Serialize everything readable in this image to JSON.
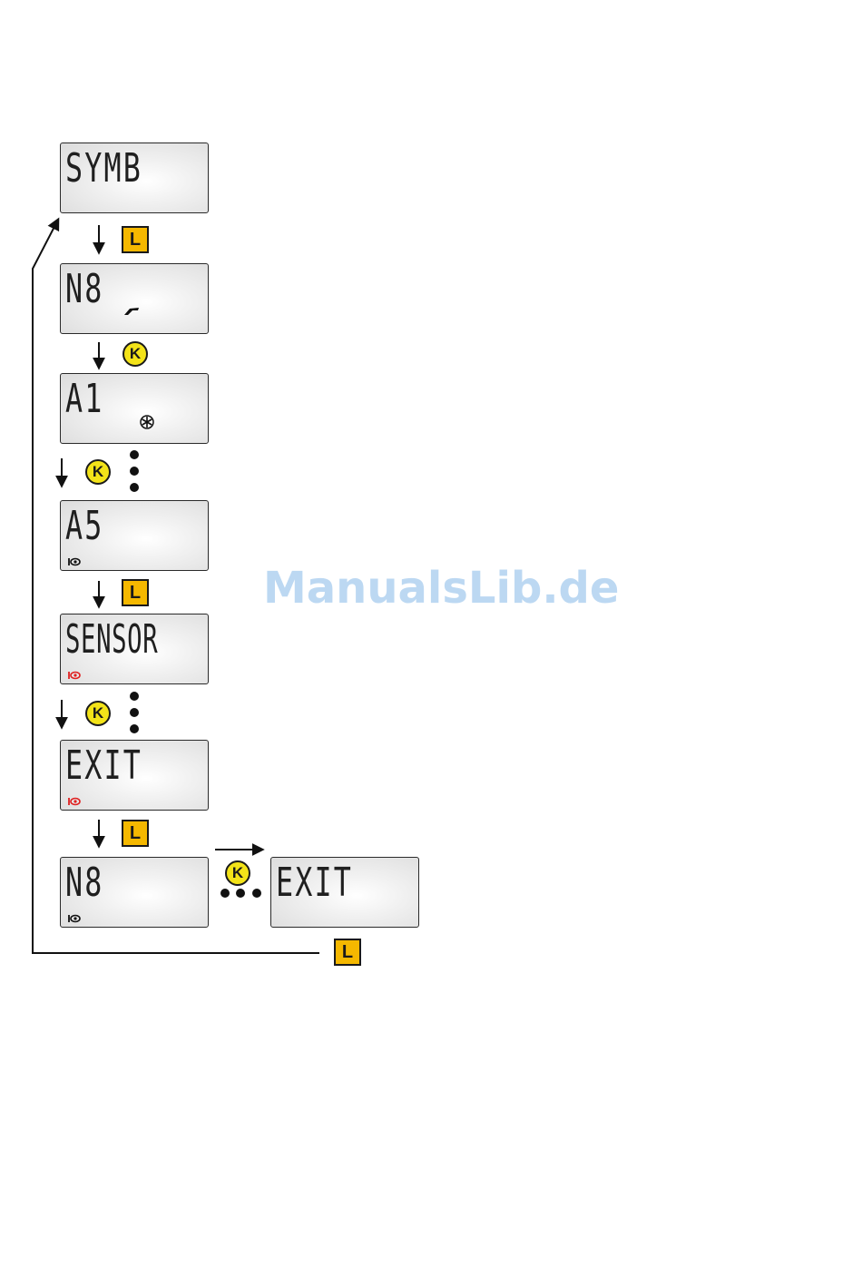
{
  "screens": {
    "symb": "SYMB",
    "n8_top": "N8",
    "a1": "A1",
    "a5": "A5",
    "sensor": "SENSOR",
    "exit": "EXIT",
    "n8_bottom": "N8",
    "exit_right": "EXIT"
  },
  "keys": {
    "l": "L",
    "k": "K"
  },
  "colors": {
    "key_l": "#f5b800",
    "key_k": "#f3e319",
    "sensor_icon_active": "#e02020",
    "sensor_icon": "#111111"
  },
  "icons": [
    "hand-pointer-icon",
    "snowflake-icon",
    "sensor-icon"
  ],
  "watermark": "ManualsLib.de"
}
